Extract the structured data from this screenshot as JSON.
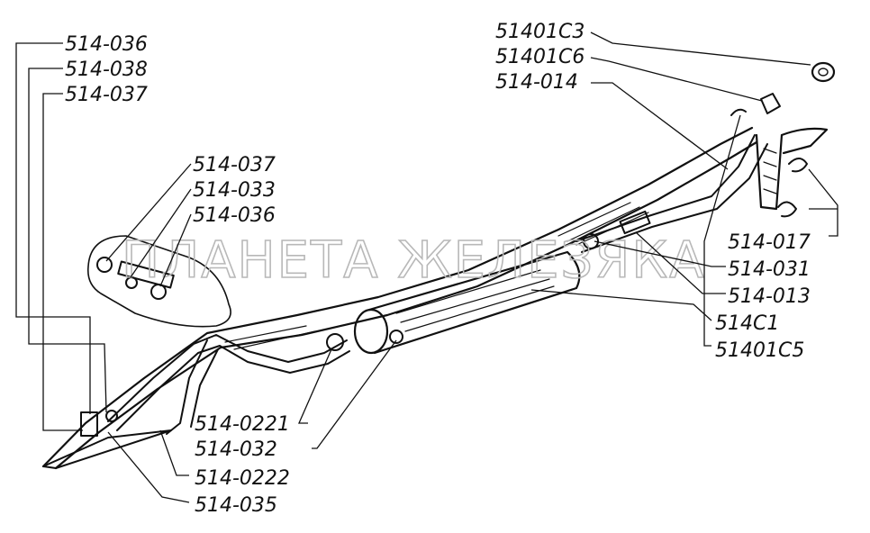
{
  "watermark": "ПЛАНЕТА ЖЕЛЕЗЯКА",
  "labels": {
    "l514_036": "514-036",
    "l514_038": "514-038",
    "l514_037_top": "514-037",
    "l514_037_inset": "514-037",
    "l514_033": "514-033",
    "l514_036_inset": "514-036",
    "l51401C3": "51401C3",
    "l51401C6": "51401C6",
    "l514_014": "514-014",
    "l514_017": "514-017",
    "l514_031": "514-031",
    "l514_013": "514-013",
    "l514C1": "514C1",
    "l51401C5": "51401C5",
    "l514_0221": "514-0221",
    "l514_032": "514-032",
    "l514_0222": "514-0222",
    "l514_035": "514-035"
  },
  "colors": {
    "ink": "#111111",
    "watermark": "#b8b8b8",
    "background": "#ffffff"
  }
}
